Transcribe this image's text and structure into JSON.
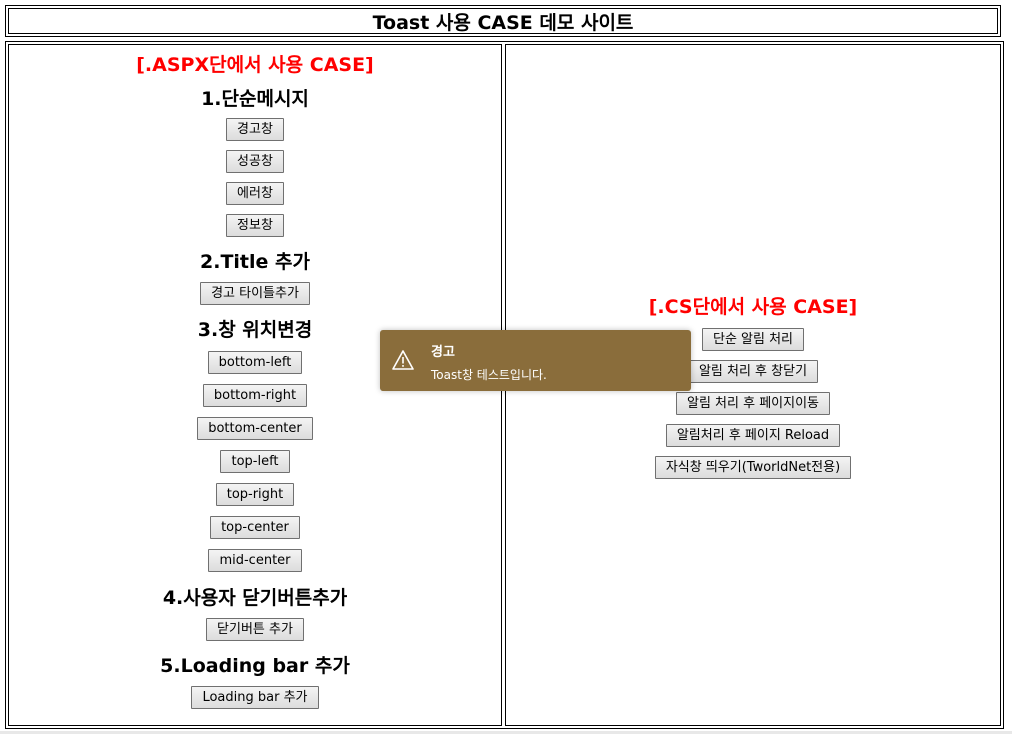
{
  "page_title": "Toast 사용 CASE 데모 사이트",
  "left_panel": {
    "case_title": "[.ASPX단에서 사용 CASE]",
    "sections": [
      {
        "title": "1.단순메시지",
        "buttons": [
          "경고창",
          "성공창",
          "에러창",
          "정보창"
        ]
      },
      {
        "title": "2.Title 추가",
        "buttons": [
          "경고 타이틀추가"
        ]
      },
      {
        "title": "3.창 위치변경",
        "buttons": [
          "bottom-left",
          "bottom-right",
          "bottom-center",
          "top-left",
          "top-right",
          "top-center",
          "mid-center"
        ]
      },
      {
        "title": "4.사용자 닫기버튼추가",
        "buttons": [
          "닫기버튼 추가"
        ]
      },
      {
        "title": "5.Loading bar 추가",
        "buttons": [
          "Loading bar 추가"
        ]
      }
    ]
  },
  "right_panel": {
    "case_title": "[.CS단에서 사용 CASE]",
    "buttons": [
      "단순 알림 처리",
      "알림 처리 후 창닫기",
      "알림 처리 후 페이지이동",
      "알림처리 후 페이지 Reload",
      "자식창 띄우기(TworldNet전용)"
    ]
  },
  "toast": {
    "title": "경고",
    "message": "Toast창 테스트입니다.",
    "icon": "warning-icon",
    "color": "#8a6d3b"
  },
  "colors": {
    "case_title": "#ff0000"
  }
}
